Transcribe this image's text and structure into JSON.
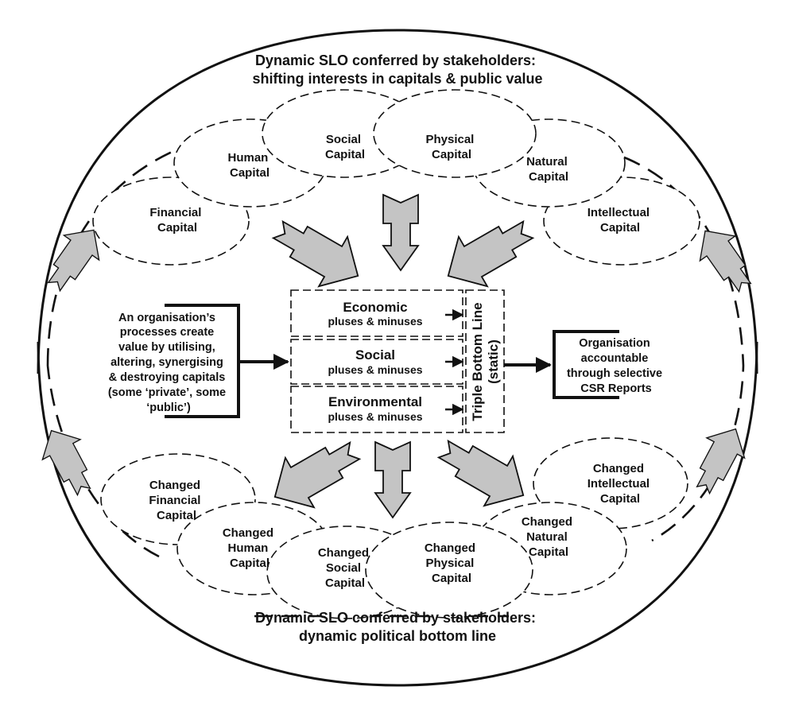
{
  "diagram": {
    "top_title": {
      "line1": "Dynamic SLO conferred by stakeholders:",
      "line2": "shifting interests in capitals & public value"
    },
    "bottom_title": {
      "line1": "Dynamic SLO conferred by stakeholders:",
      "line2": "dynamic political bottom line"
    },
    "capitals_top": [
      {
        "id": "financial",
        "lines": [
          "Financial",
          "Capital"
        ]
      },
      {
        "id": "human",
        "lines": [
          "Human",
          "Capital"
        ]
      },
      {
        "id": "social",
        "lines": [
          "Social",
          "Capital"
        ]
      },
      {
        "id": "physical",
        "lines": [
          "Physical",
          "Capital"
        ]
      },
      {
        "id": "natural",
        "lines": [
          "Natural",
          "Capital"
        ]
      },
      {
        "id": "intellectual",
        "lines": [
          "Intellectual",
          "Capital"
        ]
      }
    ],
    "capitals_bottom": [
      {
        "id": "changed-financial",
        "lines": [
          "Changed",
          "Financial",
          "Capital"
        ]
      },
      {
        "id": "changed-human",
        "lines": [
          "Changed",
          "Human",
          "Capital"
        ]
      },
      {
        "id": "changed-social",
        "lines": [
          "Changed",
          "Social",
          "Capital"
        ]
      },
      {
        "id": "changed-physical",
        "lines": [
          "Changed",
          "Physical",
          "Capital"
        ]
      },
      {
        "id": "changed-natural",
        "lines": [
          "Changed",
          "Natural",
          "Capital"
        ]
      },
      {
        "id": "changed-intellectual",
        "lines": [
          "Changed",
          "Intellectual",
          "Capital"
        ]
      }
    ],
    "process_text": [
      "An organisation’s",
      "processes create",
      "value by utilising,",
      "altering, synergising",
      "& destroying capitals",
      "(some ‘private’, some",
      "‘public’)"
    ],
    "tbl_rows": [
      {
        "heading": "Economic",
        "sub": "pluses & minuses"
      },
      {
        "heading": "Social",
        "sub": "pluses & minuses"
      },
      {
        "heading": "Environmental",
        "sub": "pluses & minuses"
      }
    ],
    "tbl_label": {
      "line1": "Triple Bottom Line",
      "line2": "(static)"
    },
    "outcome_text": [
      "Organisation",
      "accountable",
      "through selective",
      "CSR Reports"
    ],
    "colors": {
      "arrow_fill": "#c4c4c4",
      "stroke": "#111111",
      "background": "#ffffff"
    }
  }
}
